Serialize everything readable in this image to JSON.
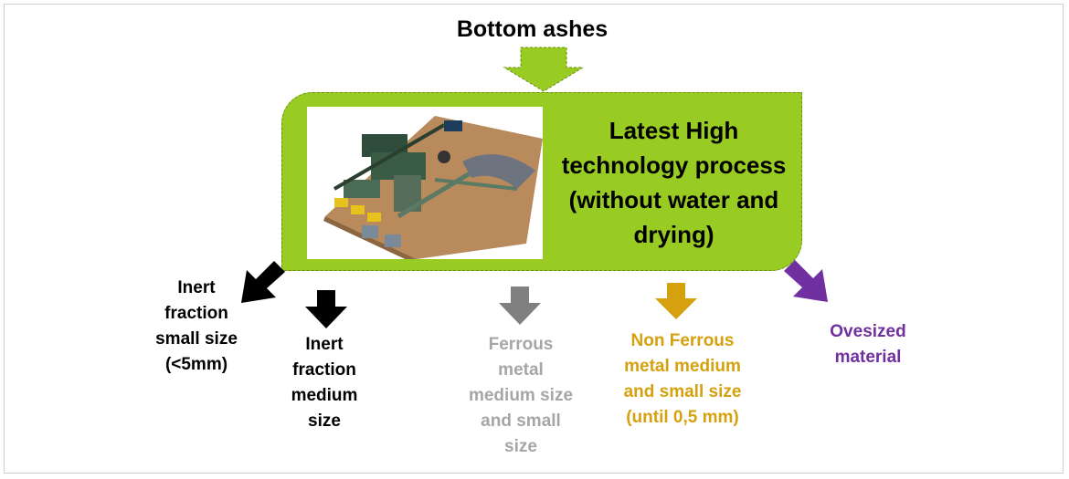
{
  "title": "Bottom ashes",
  "process": {
    "text": "Latest High\ntechnology process\n(without water and\ndrying)"
  },
  "outputs": [
    {
      "label": "Inert\nfraction\nsmall size\n(<5mm)",
      "color": "#000000"
    },
    {
      "label": "Inert\nfraction\nmedium\nsize",
      "color": "#000000"
    },
    {
      "label": "Ferrous\nmetal\nmedium size\nand small\nsize",
      "color": "#a6a6a6"
    },
    {
      "label": "Non Ferrous\nmetal medium\nand small size\n(until 0,5 mm)",
      "color": "#d6a10f"
    },
    {
      "label": "Ovesized\nmaterial",
      "color": "#7030a0"
    }
  ],
  "colors": {
    "green": "#99cc22",
    "green_border": "#6a8d12",
    "black": "#000000",
    "gray": "#a6a6a6",
    "gold": "#d6a10f",
    "purple": "#7030a0"
  },
  "icons": [
    "down-arrow-icon",
    "diagonal-arrow-icon"
  ]
}
